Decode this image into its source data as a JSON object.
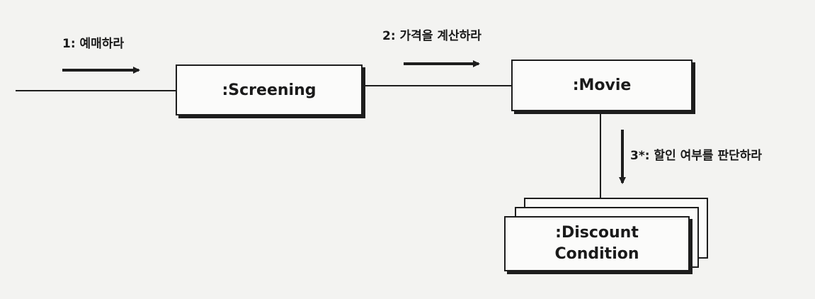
{
  "objects": {
    "screening": ":Screening",
    "movie": ":Movie",
    "discount_line1": ":Discount",
    "discount_line2": "Condition"
  },
  "messages": {
    "m1": "1: 예매하라",
    "m2": "2: 가격을 계산하라",
    "m3": "3*: 할인 여부를 판단하라"
  }
}
